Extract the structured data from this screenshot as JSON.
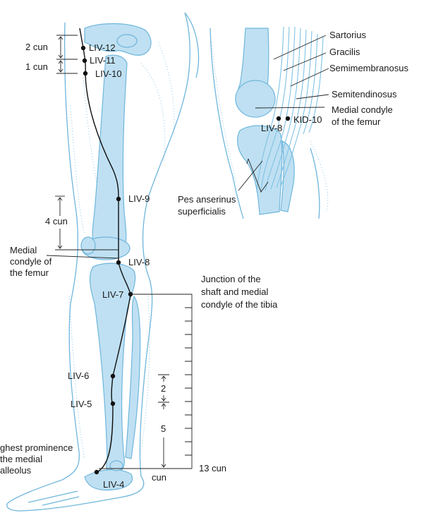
{
  "points": {
    "liv12": "LIV-12",
    "liv11": "LIV-11",
    "liv10": "LIV-10",
    "liv9": "LIV-9",
    "liv8": "LIV-8",
    "liv7": "LIV-7",
    "liv6": "LIV-6",
    "liv5": "LIV-5",
    "liv4": "LIV-4",
    "liv8_inset": "LIV-8",
    "kid10": "KID-10"
  },
  "measures": {
    "cun2_top": "2 cun",
    "cun1": "1 cun",
    "cun4": "4 cun",
    "num2": "2",
    "num5": "5",
    "cun13": "13 cun",
    "cun_bottom": "cun"
  },
  "labels": {
    "medial_condyle_femur": [
      "Medial",
      "condyle of",
      "the femur"
    ],
    "junction": [
      "Junction of the",
      "shaft and medial",
      "condyle of the tibia"
    ],
    "malleolus": [
      "ghest prominence",
      "the medial",
      "alleolus"
    ]
  },
  "inset": {
    "sartorius": "Sartorius",
    "gracilis": "Gracilis",
    "semimembranosus": "Semimembranosus",
    "semitendinosus": "Semitendinosus",
    "medial_condyle": [
      "Medial condyle",
      "of the femur"
    ],
    "pes_anserinus": [
      "Pes anserinus",
      "superficialis"
    ]
  },
  "colors": {
    "outline": "#6fb6dc",
    "bone": "#bfe0f2",
    "meridian": "#111111"
  }
}
